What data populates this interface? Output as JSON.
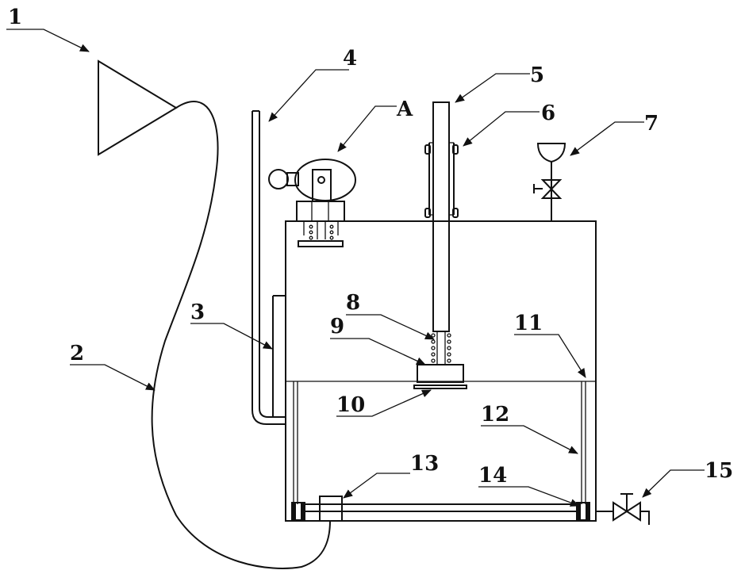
{
  "labels": {
    "l1": "1",
    "l2": "2",
    "l3": "3",
    "l4": "4",
    "lA": "A",
    "l5": "5",
    "l6": "6",
    "l7": "7",
    "l8": "8",
    "l9": "9",
    "l10": "10",
    "l11": "11",
    "l12": "12",
    "l13": "13",
    "l14": "14",
    "l15": "15"
  }
}
